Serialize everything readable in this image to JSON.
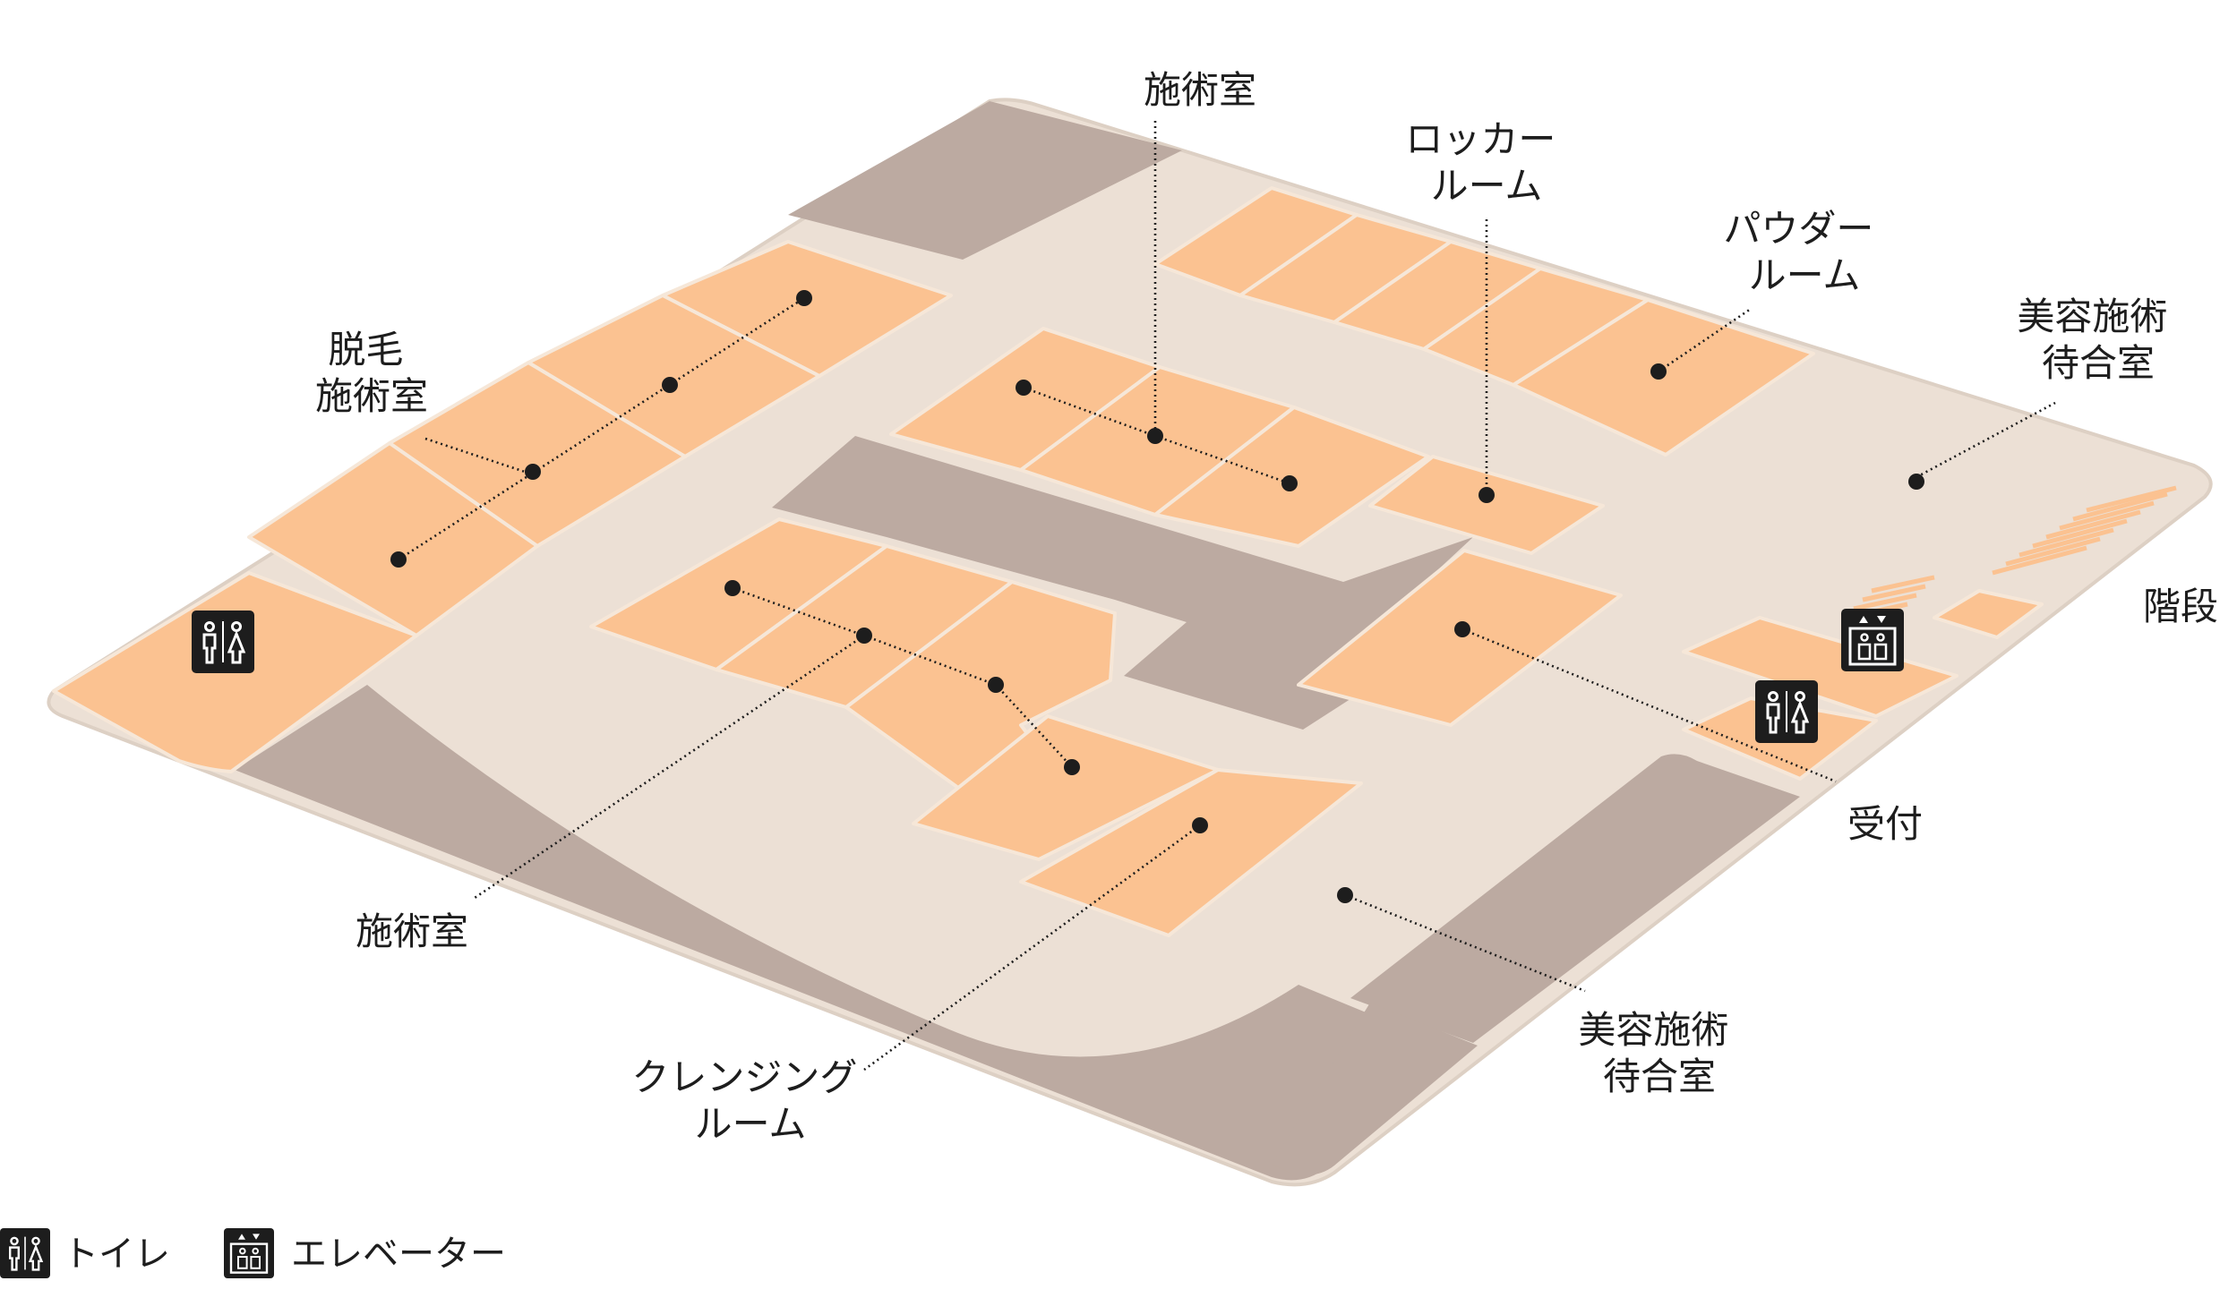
{
  "colors": {
    "floor": "#ece0d5",
    "floor_edge": "#ddd0c4",
    "room": "#fbc291",
    "room_line": "#f6e7d8",
    "service_area": "#bcaaa1",
    "text": "#1d1d1d",
    "icon_bg": "#1d1d1d",
    "icon_fg": "#ffffff"
  },
  "labels": {
    "treatment_room_top": [
      "施術室"
    ],
    "locker_room": [
      "ロッカー",
      "ルーム"
    ],
    "powder_room": [
      "パウダー",
      "ルーム"
    ],
    "beauty_waiting_right": [
      "美容施術",
      "待合室"
    ],
    "hair_removal_room": [
      "脱毛",
      "施術室"
    ],
    "stairs": [
      "階段"
    ],
    "reception": [
      "受付"
    ],
    "treatment_room_bottom": [
      "施術室"
    ],
    "cleansing_room": [
      "クレンジング",
      "ルーム"
    ],
    "beauty_waiting_bottom": [
      "美容施術",
      "待合室"
    ]
  },
  "legend": {
    "toilet_label": "トイレ",
    "toilet_icon": "toilet-icon",
    "elevator_label": "エレベーター",
    "elevator_icon": "elevator-icon"
  }
}
